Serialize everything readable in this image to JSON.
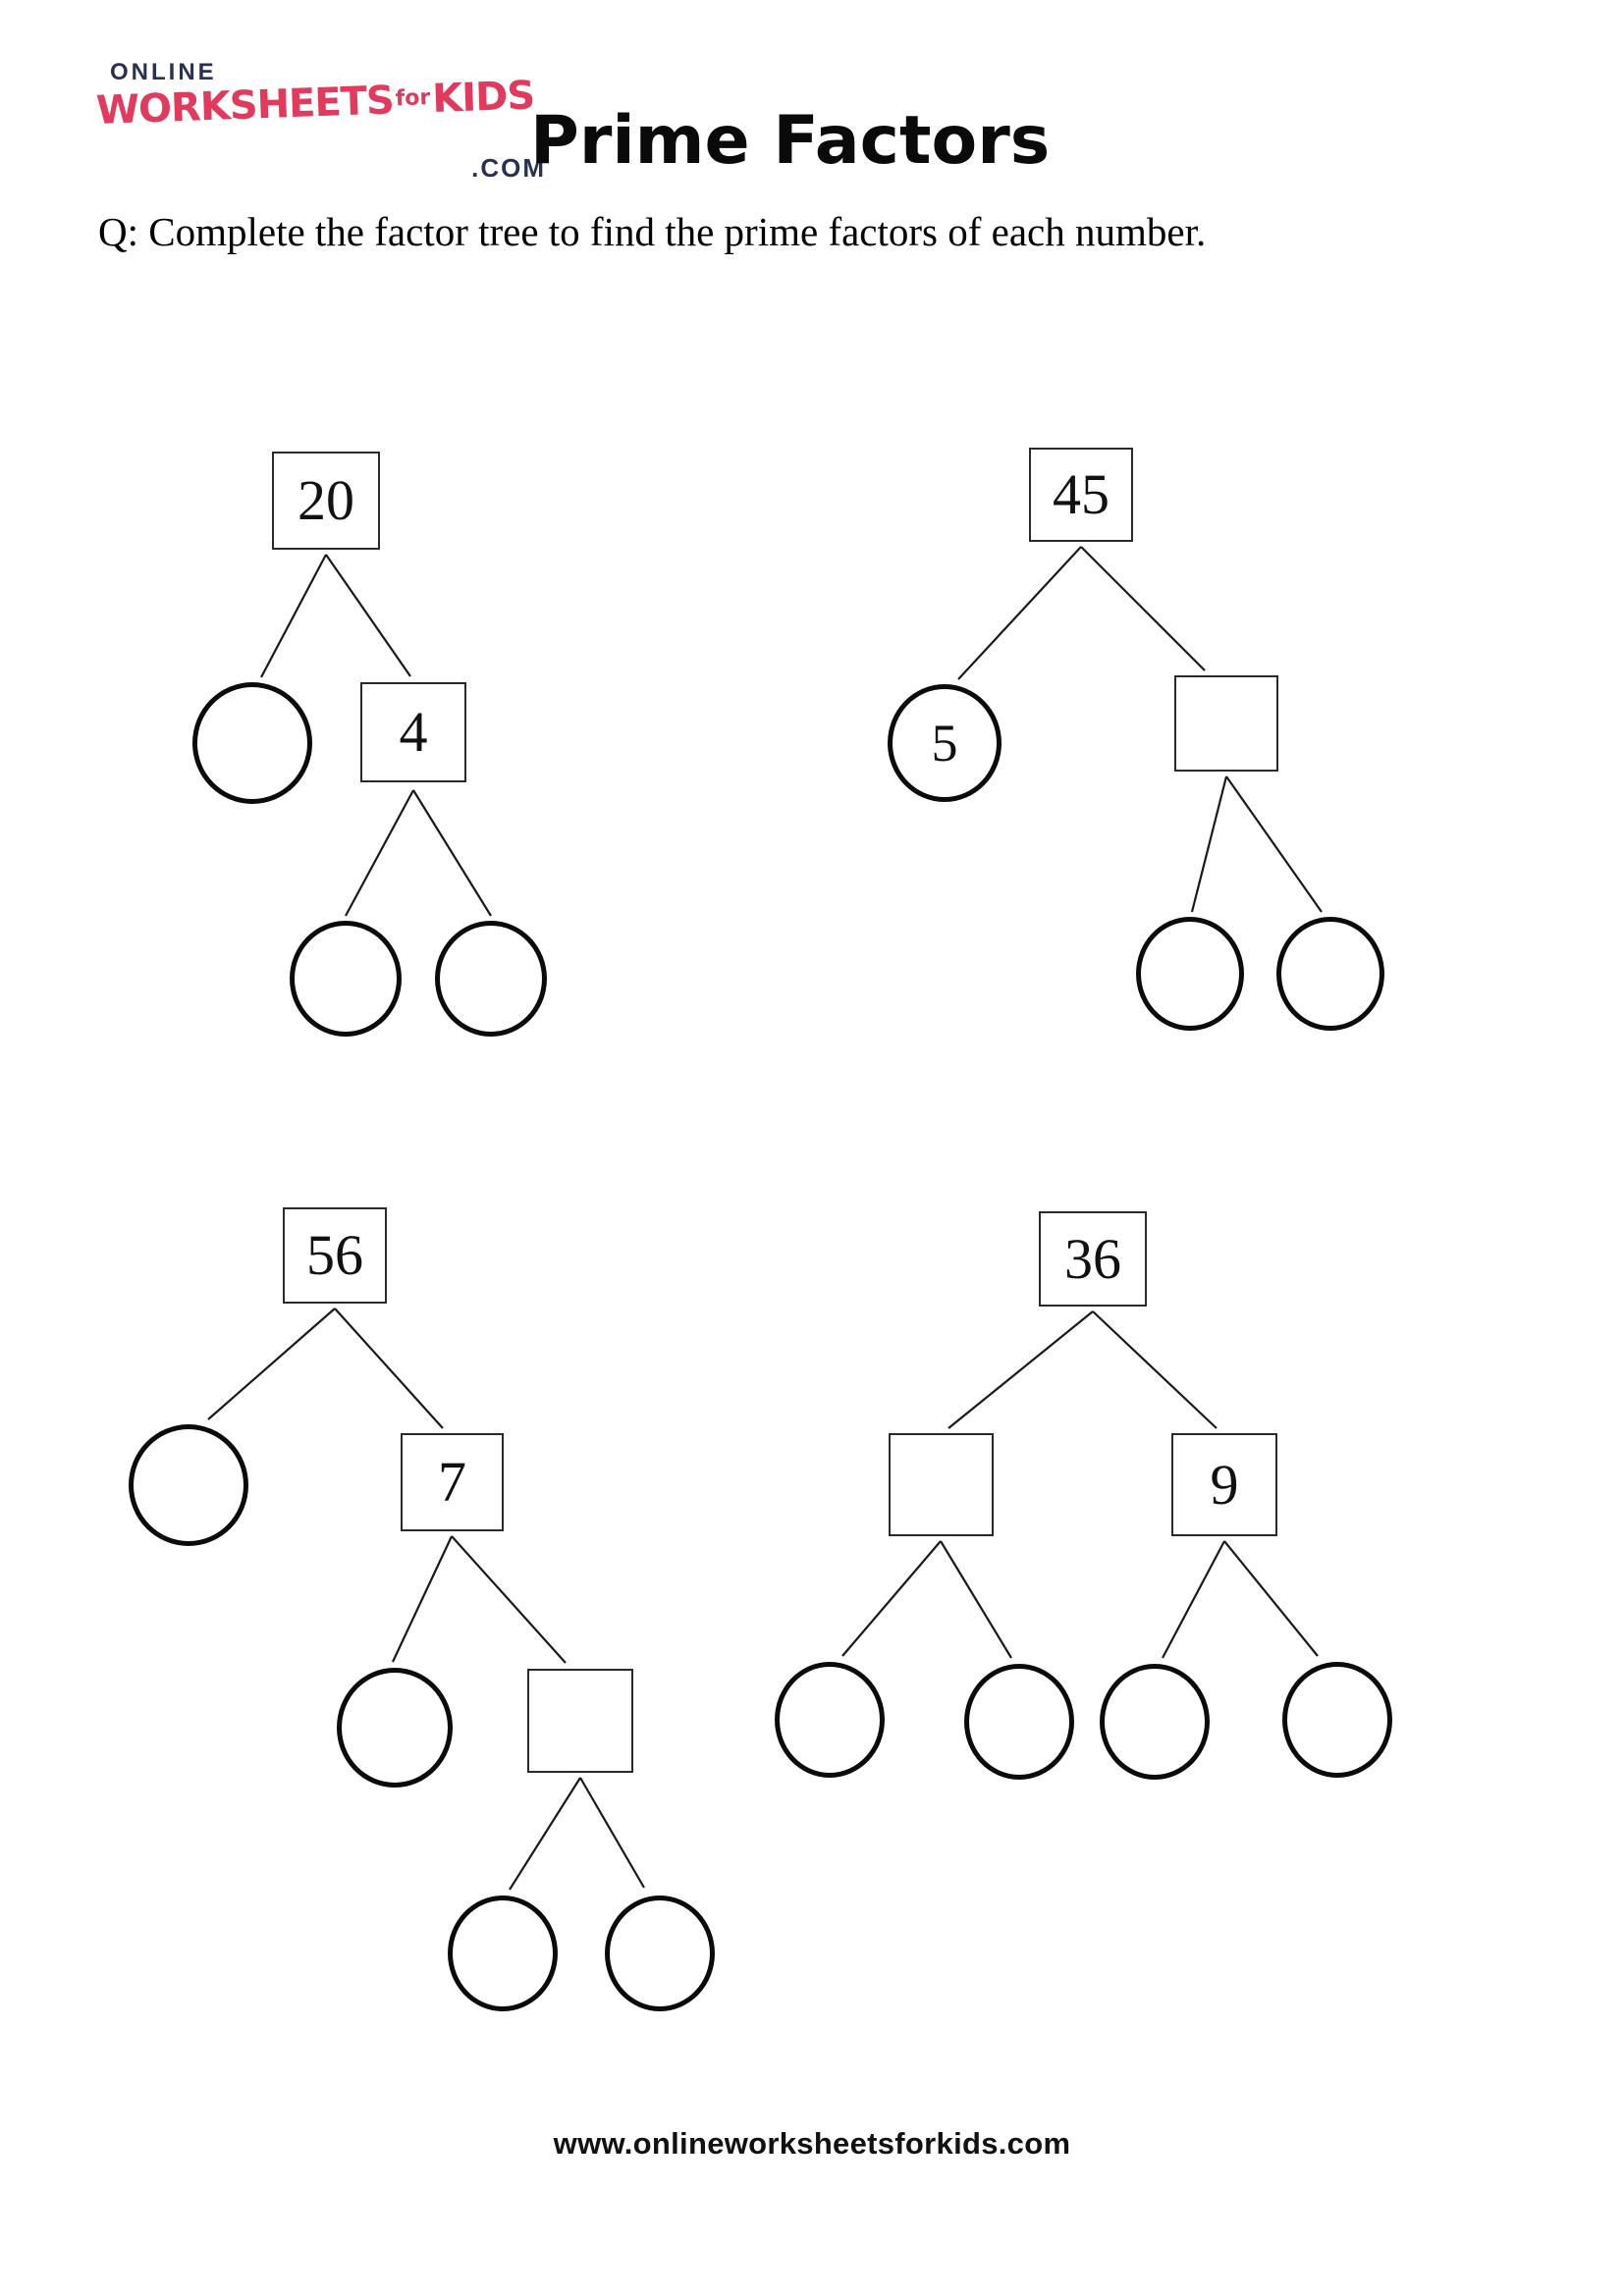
{
  "logo": {
    "top_label": "ONLINE",
    "brand_main": "WORKSHEETS",
    "brand_for": "for",
    "brand_kids": "KIDS",
    "domain_suffix": ".COM",
    "brand_color": "#e23a5c",
    "navy_color": "#283153"
  },
  "header": {
    "title": "Prime Factors",
    "question": "Q: Complete the factor tree to find the prime factors of each number."
  },
  "footer": {
    "url": "www.onlineworksheetsforkids.com"
  },
  "trees": [
    {
      "id": 1,
      "root_value": "20",
      "nodes": [
        {
          "shape": "square",
          "value": "20",
          "role": "root"
        },
        {
          "shape": "circle",
          "value": "",
          "role": "answer-blank"
        },
        {
          "shape": "square",
          "value": "4",
          "role": "composite"
        },
        {
          "shape": "circle",
          "value": "",
          "role": "answer-blank"
        },
        {
          "shape": "circle",
          "value": "",
          "role": "answer-blank"
        }
      ]
    },
    {
      "id": 2,
      "root_value": "45",
      "nodes": [
        {
          "shape": "square",
          "value": "45",
          "role": "root"
        },
        {
          "shape": "circle",
          "value": "5",
          "role": "prime-factor"
        },
        {
          "shape": "square",
          "value": "",
          "role": "answer-blank"
        },
        {
          "shape": "circle",
          "value": "",
          "role": "answer-blank"
        },
        {
          "shape": "circle",
          "value": "",
          "role": "answer-blank"
        }
      ]
    },
    {
      "id": 3,
      "root_value": "56",
      "nodes": [
        {
          "shape": "square",
          "value": "56",
          "role": "root"
        },
        {
          "shape": "circle",
          "value": "",
          "role": "answer-blank"
        },
        {
          "shape": "square",
          "value": "7",
          "role": "composite"
        },
        {
          "shape": "circle",
          "value": "",
          "role": "answer-blank"
        },
        {
          "shape": "square",
          "value": "",
          "role": "answer-blank"
        },
        {
          "shape": "circle",
          "value": "",
          "role": "answer-blank"
        },
        {
          "shape": "circle",
          "value": "",
          "role": "answer-blank"
        }
      ]
    },
    {
      "id": 4,
      "root_value": "36",
      "nodes": [
        {
          "shape": "square",
          "value": "36",
          "role": "root"
        },
        {
          "shape": "square",
          "value": "",
          "role": "answer-blank"
        },
        {
          "shape": "square",
          "value": "9",
          "role": "composite"
        },
        {
          "shape": "circle",
          "value": "",
          "role": "answer-blank"
        },
        {
          "shape": "circle",
          "value": "",
          "role": "answer-blank"
        },
        {
          "shape": "circle",
          "value": "",
          "role": "answer-blank"
        },
        {
          "shape": "circle",
          "value": "",
          "role": "answer-blank"
        }
      ]
    }
  ]
}
